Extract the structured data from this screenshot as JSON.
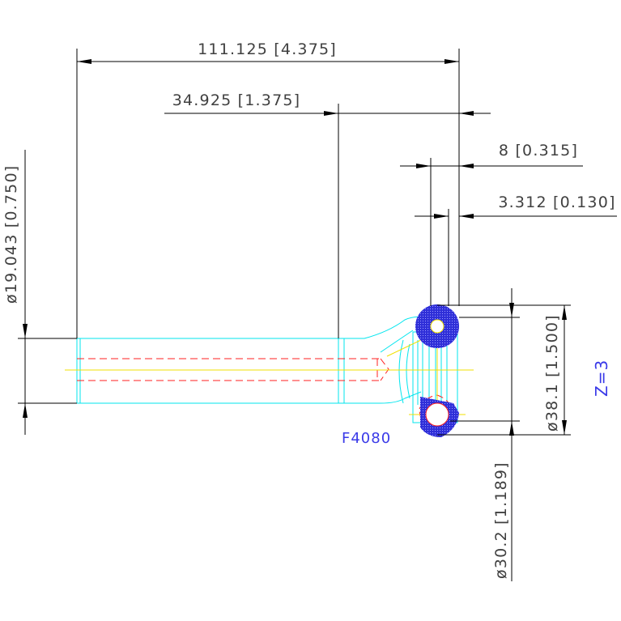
{
  "dimensions": {
    "overall_length": "111.125 [4.375]",
    "stem_length": "34.925 [1.375]",
    "head_width": "8 [0.315]",
    "head_offset": "3.312 [0.130]",
    "stem_diameter": "ø19.043 [0.750]",
    "head_diameter": "ø38.1 [1.500]",
    "inner_diameter": "ø30.2 [1.189]"
  },
  "labels": {
    "part_number": "F4080",
    "z_value": "Z=3"
  },
  "colors": {
    "outline": "#00e5ee",
    "hidden": "#ff2020",
    "center": "#f0e000",
    "feature": "#2f2fd8",
    "annotation": "#3a3ae8",
    "dimension": "#000000"
  }
}
